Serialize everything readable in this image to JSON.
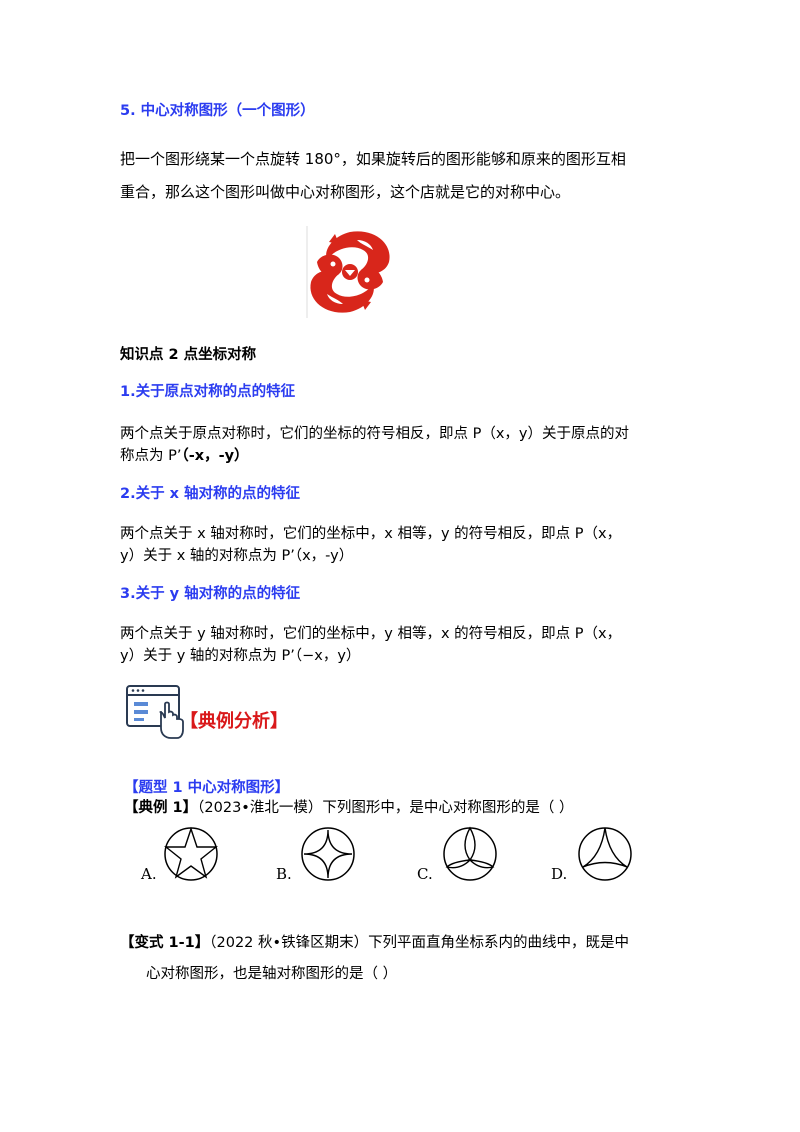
{
  "section5": {
    "heading": "5. 中心对称图形（一个图形）",
    "para_line1": "把一个图形绕某一个点旋转 180°，如果旋转后的图形能够和原来的图形互相",
    "para_line2": "重合，那么这个图形叫做中心对称图形，这个店就是它的对称中心。",
    "image_icon": "paper-cut-fish-icon"
  },
  "knowledge2": {
    "title": "知识点 2  点坐标对称",
    "items": [
      {
        "heading": "1.关于原点对称的点的特征",
        "line1": "两个点关于原点对称时，它们的坐标的符号相反，即点 P（x，y）关于原点的对",
        "line2_prefix": "称点为 P’",
        "line2_bold": "（-x，-y）"
      },
      {
        "heading": "2.关于 x 轴对称的点的特征",
        "line1": "两个点关于 x 轴对称时，它们的坐标中，x 相等，y 的符号相反，即点 P（x，",
        "line2": "y）关于 x 轴的对称点为 P’（x，-y）"
      },
      {
        "heading": "3.关于 y 轴对称的点的特征",
        "line1": "两个点关于 y 轴对称时，它们的坐标中，y 相等，x 的符号相反，即点 P（x，",
        "line2": "y）关于 y 轴的对称点为 P’（−x，y）"
      }
    ]
  },
  "banner": {
    "text": "【典例分析】",
    "icon": "browser-click-icon",
    "color": "#d9181a"
  },
  "topic1": {
    "title": "【题型 1   中心对称图形】",
    "example_label": "【典例 1】",
    "example_text": "（2023•淮北一模）下列图形中，是中心对称图形的是（       ）",
    "options": [
      {
        "label": "A.",
        "figure": "star-in-circle-icon"
      },
      {
        "label": "B.",
        "figure": "four-arc-star-in-circle-icon"
      },
      {
        "label": "C.",
        "figure": "three-arc-in-circle-icon"
      },
      {
        "label": "D.",
        "figure": "curved-triangle-in-circle-icon"
      }
    ]
  },
  "variant": {
    "label": "【变式 1-1】",
    "line1": "（2022 秋•铁锋区期末）下列平面直角坐标系内的曲线中，既是中",
    "line2": "心对称图形，也是轴对称图形的是（       ）"
  }
}
